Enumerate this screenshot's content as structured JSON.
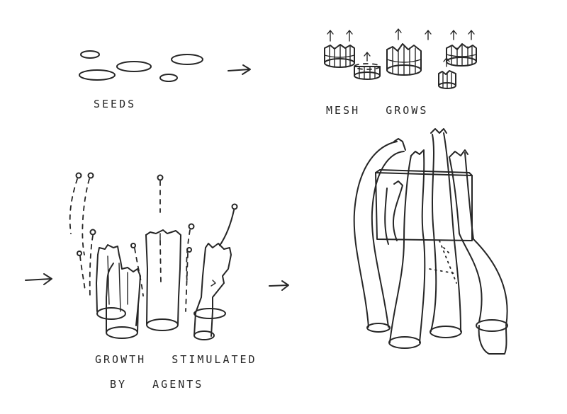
{
  "diagram": {
    "stages": [
      {
        "id": "seeds",
        "label": "SEEDS"
      },
      {
        "id": "mesh",
        "label": "MESH   GROWS"
      },
      {
        "id": "growth",
        "label_line1": "GROWTH   STIMULATED",
        "label_line2": "BY   AGENTS"
      },
      {
        "id": "result",
        "label": ""
      }
    ],
    "connectors": [
      "arrow-right",
      "arrow-right",
      "arrow-right"
    ],
    "ink_color": "#262626",
    "background": "#ffffff"
  }
}
